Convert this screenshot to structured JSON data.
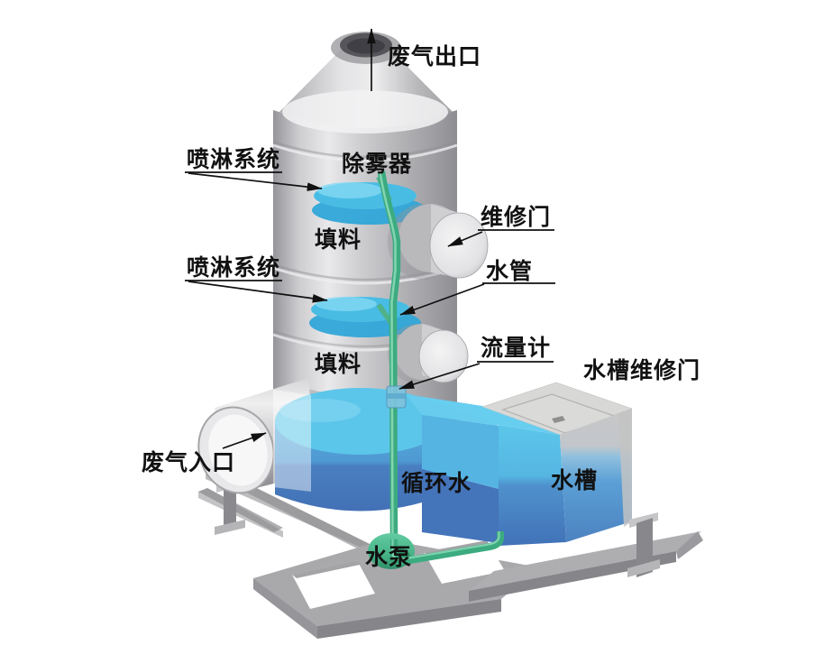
{
  "diagram": {
    "type": "spray-tower-scrubber-3d-illustration",
    "labels": {
      "waste_gas_outlet": "废气出口",
      "spray_system_top": "喷淋系统",
      "demister": "除雾器",
      "packing_top": "填料",
      "maintenance_door": "维修门",
      "spray_system_bottom": "喷淋系统",
      "water_pipe": "水管",
      "packing_bottom": "填料",
      "flow_meter": "流量计",
      "tank_maintenance_door": "水槽维修门",
      "waste_gas_inlet": "废气入口",
      "circulating_water": "循环水",
      "water_tank": "水槽",
      "water_pump": "水泵"
    },
    "colors": {
      "background": "#ffffff",
      "label_text": "#111111",
      "tower_gray": "#c3c3c6",
      "water_surface_blue": "#5cc6ea",
      "water_deep_blue": "#4273ba",
      "spray_disc_blue": "#2fa6d8",
      "pipe_green": "#3cab80",
      "frame_gray": "#a9a9ac",
      "outlet_opening_dark": "#55555a"
    }
  }
}
